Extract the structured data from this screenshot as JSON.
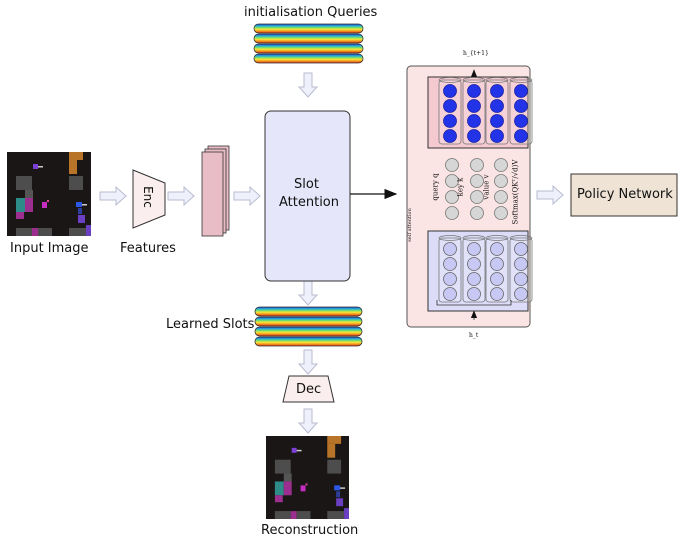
{
  "figure": {
    "labels": {
      "init_queries": "initialisation Queries",
      "input_image": "Input Image",
      "encoder": "Enc",
      "features": "Features",
      "slot_attention_line1": "Slot",
      "slot_attention_line2": "Attention",
      "learned_slots": "Learned Slots",
      "decoder": "Dec",
      "reconstruction": "Reconstruction",
      "policy_network": "Policy Network",
      "h_next": "h_{t+1}",
      "h_current": "h_t",
      "query": "query q",
      "key": "key k",
      "value": "value v",
      "softmax": "Softmax(QKᵀ/√d)V",
      "self_attention": "self attention"
    },
    "slot_stack": {
      "count": 4,
      "gradient_colors": [
        "#1a3fbf",
        "#27a9e1",
        "#6fe06a",
        "#f6e53a",
        "#f39c1e",
        "#e02b1a"
      ]
    },
    "colors": {
      "encoder_fill": "#fbeeee",
      "feature_fill": "#e9bdc5",
      "slot_attention_fill": "#e6e6fa",
      "transformer_bg": "#fbe4e4",
      "upper_block_fill": "#f5c9d0",
      "upper_token": "#2233e8",
      "lower_block_fill": "#dcdcf8",
      "lower_token": "#c8c8f4",
      "qkv_token": "#d6d6d6",
      "policy_fill": "#efe3d6",
      "hollow_arrow_fill": "#eef0fb",
      "hollow_arrow_stroke": "#b9bccf"
    },
    "grid": {
      "columns": 4,
      "rows": 4,
      "qkv_columns": 3
    }
  }
}
